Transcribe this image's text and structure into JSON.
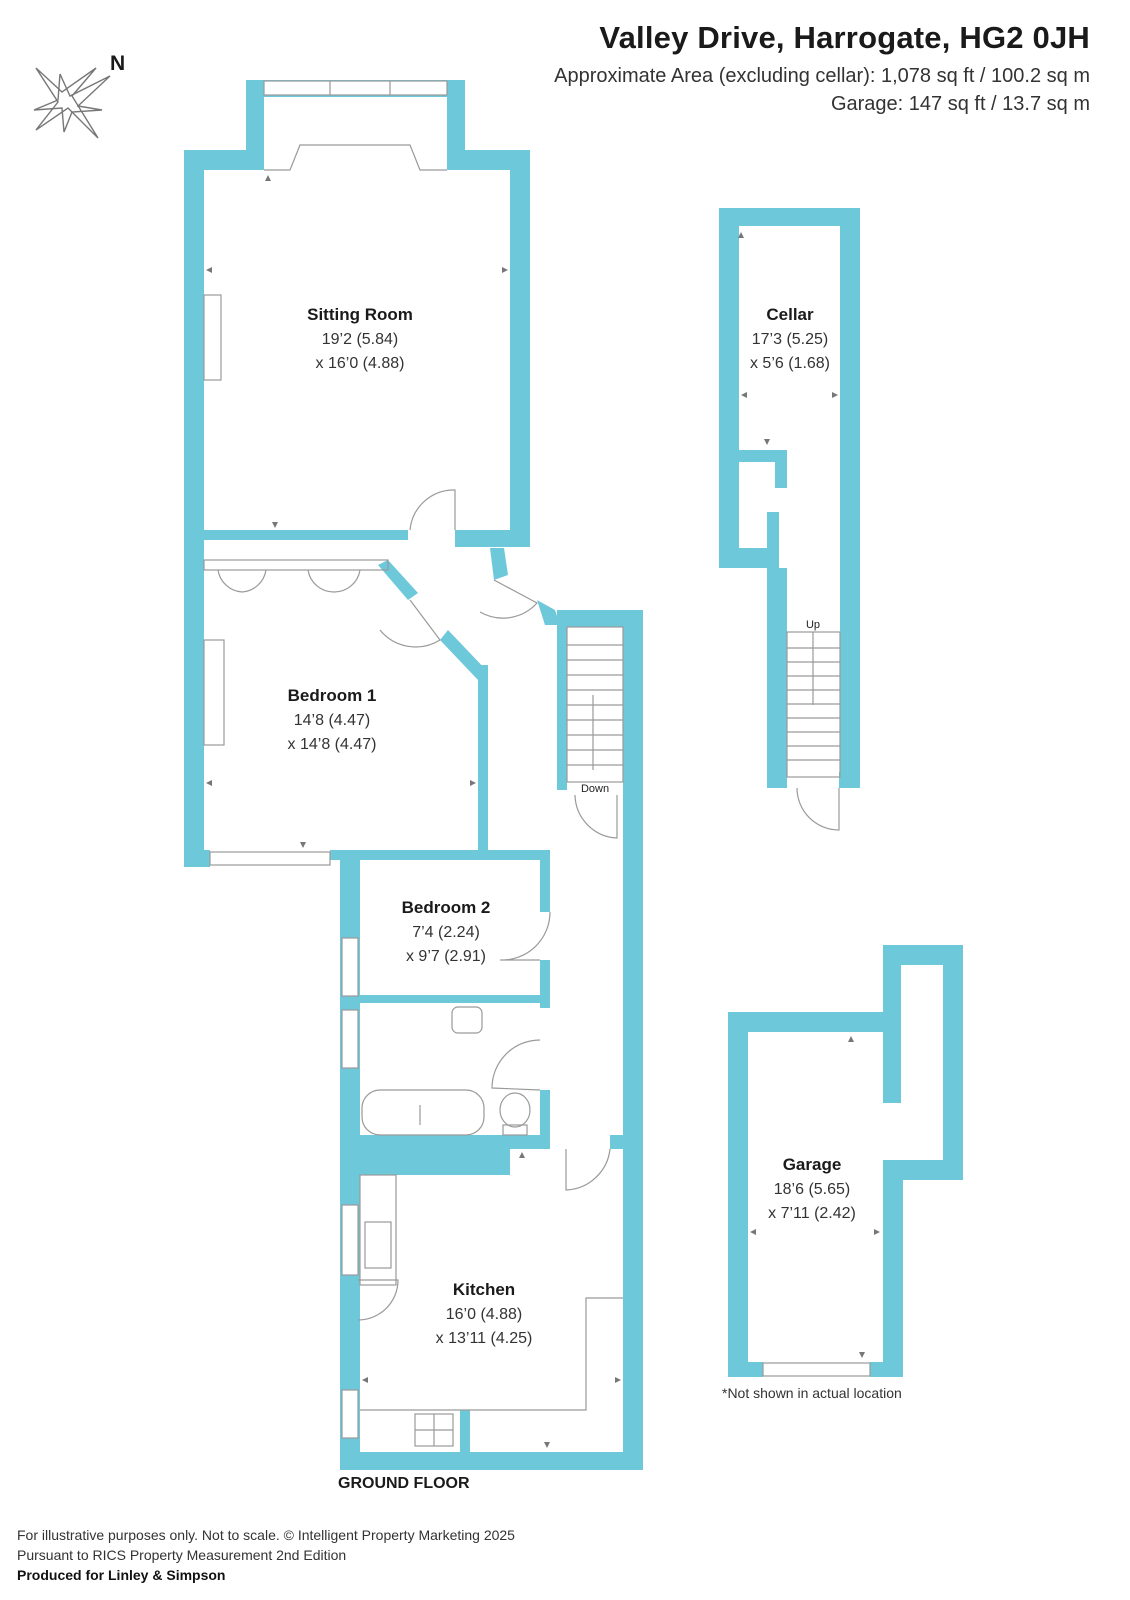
{
  "header": {
    "title": "Valley Drive, Harrogate, HG2 0JH",
    "area": "Approximate Area (excluding cellar): 1,078 sq ft / 100.2 sq m",
    "garage_area": "Garage: 147 sq ft / 13.7 sq m"
  },
  "compass": {
    "label": "N",
    "icon": "compass-star-icon"
  },
  "colors": {
    "wall": "#6dc8da",
    "line": "#9a9a9a",
    "text": "#1a1a1a"
  },
  "rooms": {
    "sitting": {
      "name": "Sitting Room",
      "dim1": "19’2 (5.84)",
      "dim2": "x 16’0 (4.88)"
    },
    "bedroom1": {
      "name": "Bedroom 1",
      "dim1": "14’8 (4.47)",
      "dim2": "x 14’8 (4.47)"
    },
    "bedroom2": {
      "name": "Bedroom 2",
      "dim1": "7’4 (2.24)",
      "dim2": "x 9’7 (2.91)"
    },
    "kitchen": {
      "name": "Kitchen",
      "dim1": "16’0 (4.88)",
      "dim2": "x 13’11 (4.25)"
    },
    "cellar": {
      "name": "Cellar",
      "dim1": "17’3 (5.25)",
      "dim2": "x 5’6 (1.68)"
    },
    "garage": {
      "name": "Garage",
      "dim1": "18’6 (5.65)",
      "dim2": "x 7’11 (2.42)"
    }
  },
  "stairs": {
    "down_label": "Down",
    "up_label": "Up"
  },
  "floor_label": "GROUND FLOOR",
  "garage_note": "*Not shown in actual location",
  "footer": {
    "line1": "For illustrative purposes only. Not to scale. © Intelligent Property Marketing 2025",
    "line2": "Pursuant to RICS Property Measurement 2nd Edition",
    "line3": "Produced for Linley & Simpson"
  }
}
